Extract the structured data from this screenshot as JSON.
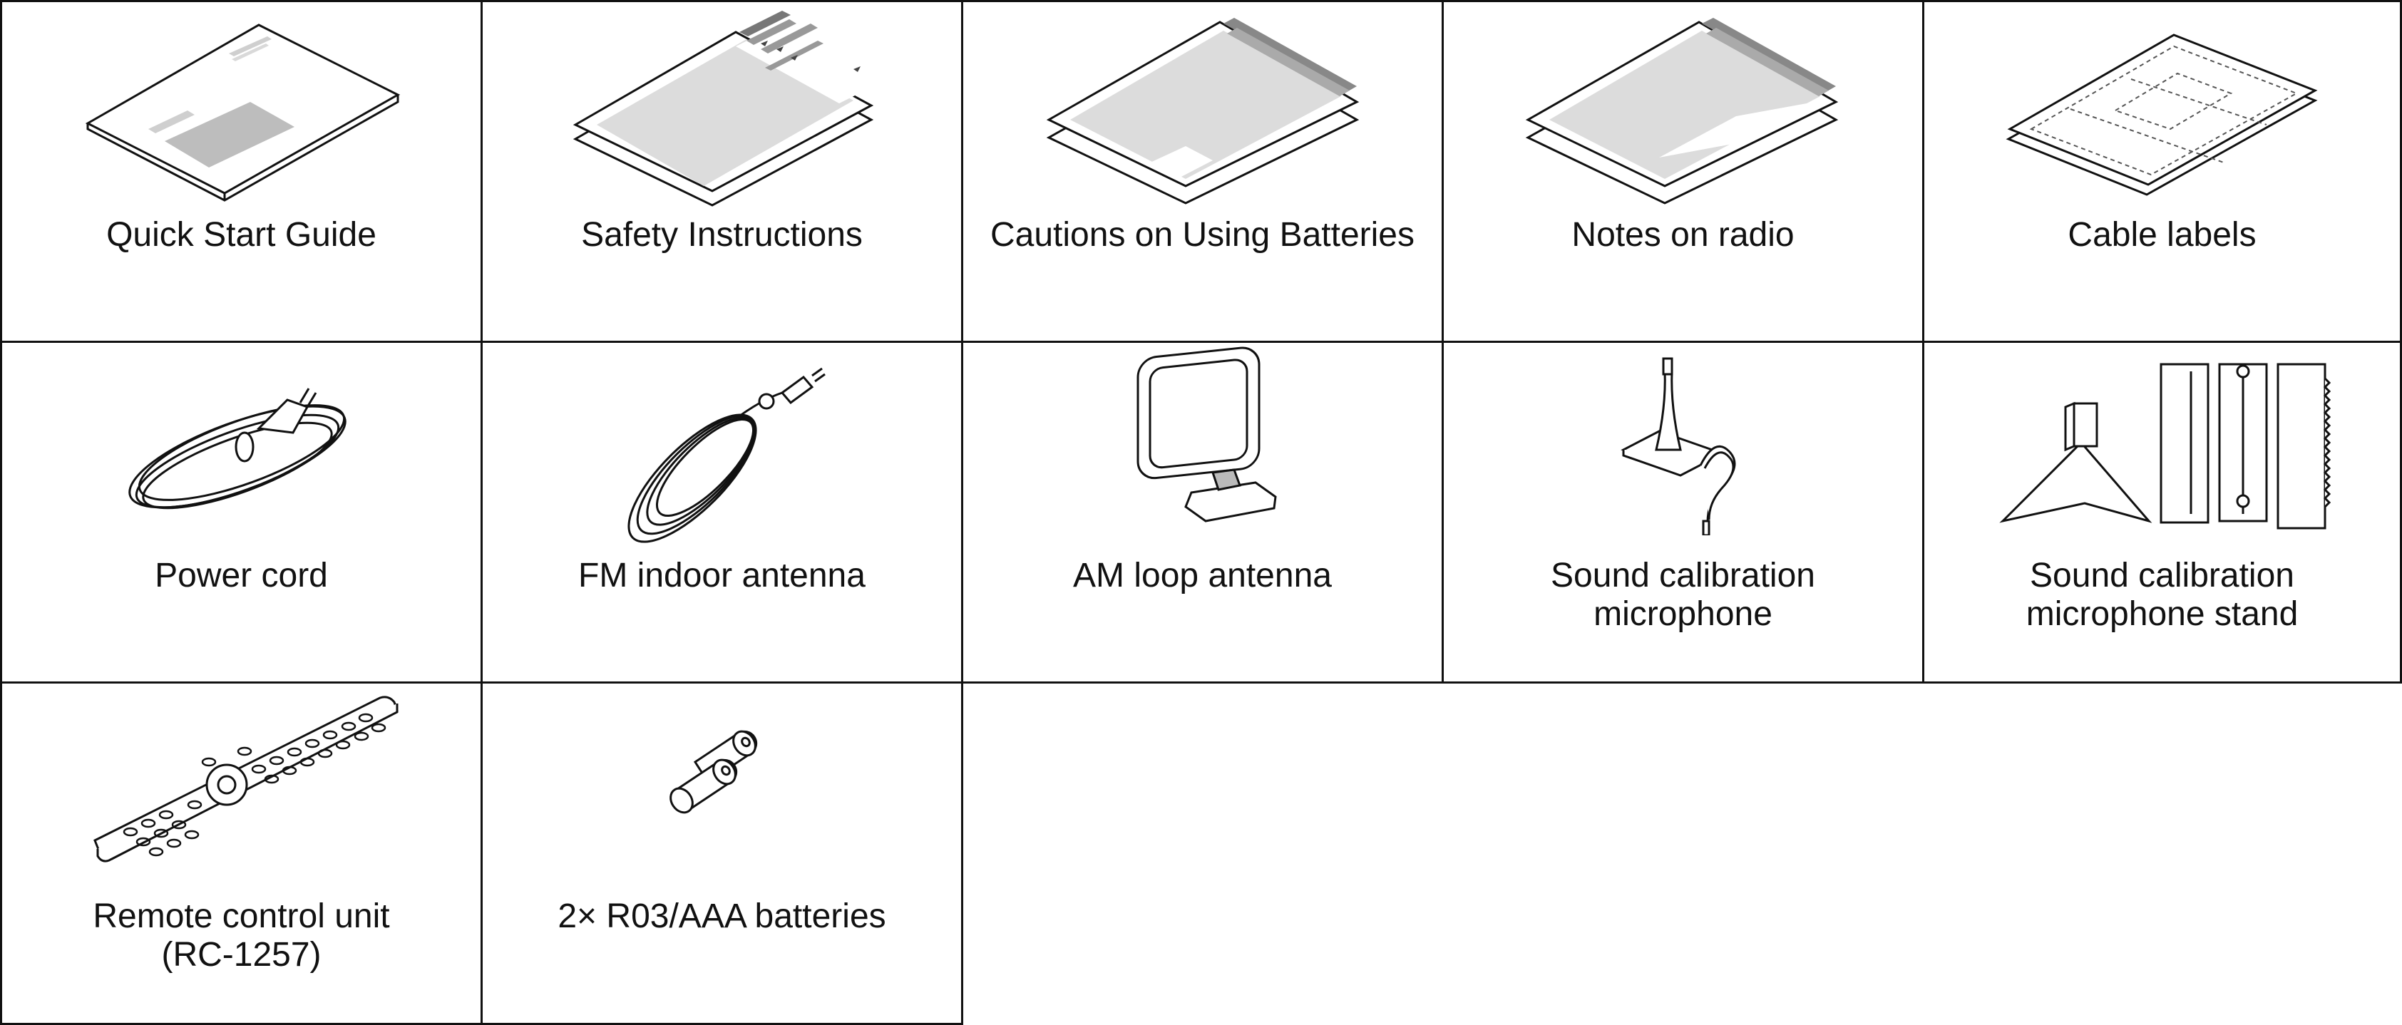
{
  "items": [
    {
      "label_lines": [
        "Quick Start Guide"
      ],
      "icon": "quick-start-guide-icon"
    },
    {
      "label_lines": [
        "Safety Instructions"
      ],
      "icon": "safety-instructions-icon"
    },
    {
      "label_lines": [
        "Cautions on Using Batteries"
      ],
      "icon": "cautions-batteries-icon"
    },
    {
      "label_lines": [
        "Notes on radio"
      ],
      "icon": "notes-radio-icon"
    },
    {
      "label_lines": [
        "Cable labels"
      ],
      "icon": "cable-labels-icon"
    },
    {
      "label_lines": [
        "Power cord"
      ],
      "icon": "power-cord-icon"
    },
    {
      "label_lines": [
        "FM indoor antenna"
      ],
      "icon": "fm-antenna-icon"
    },
    {
      "label_lines": [
        "AM loop antenna"
      ],
      "icon": "am-loop-antenna-icon"
    },
    {
      "label_lines": [
        "Sound calibration",
        "microphone"
      ],
      "icon": "microphone-icon"
    },
    {
      "label_lines": [
        "Sound calibration",
        "microphone stand"
      ],
      "icon": "microphone-stand-icon"
    },
    {
      "label_lines": [
        "Remote control unit",
        "(RC-1257)"
      ],
      "icon": "remote-control-icon"
    },
    {
      "label_lines": [
        "2× R03/AAA batteries"
      ],
      "icon": "batteries-icon"
    }
  ]
}
